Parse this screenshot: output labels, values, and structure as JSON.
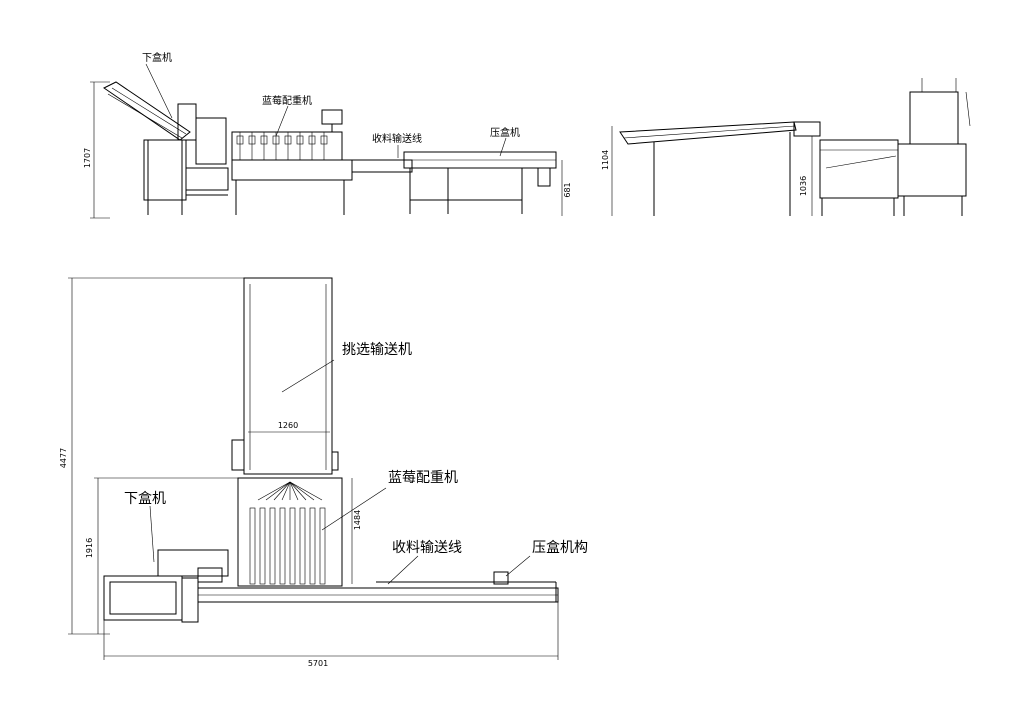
{
  "drawing": {
    "side_view": {
      "labels": {
        "box_unloader": "下盒机",
        "blueberry_weigher": "蓝莓配重机",
        "collect_conveyor": "收料输送线",
        "box_press": "压盒机"
      },
      "dims": {
        "height_total": "1707",
        "height_conveyor": "681"
      }
    },
    "end_view": {
      "dims": {
        "height_left": "1104",
        "height_mid": "1036"
      }
    },
    "plan_view": {
      "labels": {
        "sorting_conveyor": "挑选输送机",
        "blueberry_weigher": "蓝莓配重机",
        "box_unloader": "下盒机",
        "collect_conveyor": "收料输送线",
        "box_press": "压盒机构"
      },
      "dims": {
        "overall_height": "4477",
        "lower_height": "1916",
        "conveyor_width": "1260",
        "weigher_depth": "1484",
        "overall_length": "5701"
      }
    }
  }
}
